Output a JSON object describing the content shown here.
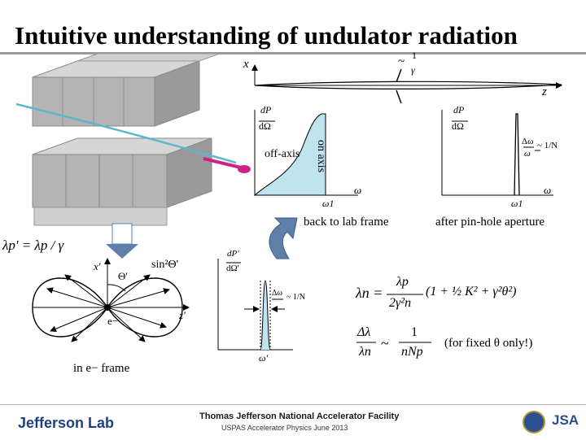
{
  "slide": {
    "title": "Intuitive understanding of undulator radiation"
  },
  "labels": {
    "off_axis": "off-axis",
    "on_axis": "on axis",
    "back_to_lab": "back to lab frame",
    "after_pinhole": "after pin-hole aperture",
    "in_e_frame": "in e− frame",
    "for_fixed_theta": "(for fixed θ only!)",
    "electron": "e−"
  },
  "math": {
    "x_axis": "x",
    "z_axis": "z",
    "approx": "~",
    "one": "1",
    "gamma": "γ",
    "dP": "dP",
    "dOmega": "dΩ",
    "dP_prime": "dP'",
    "dOmega_prime": "dΩ'",
    "omega": "ω",
    "omega1": "ω1",
    "omega_prime": "ω'",
    "delta_omega_over_omega": "Δω",
    "over_omega": "ω",
    "approx_1_over_N": "~ 1/N",
    "lambda_p_prime_eq": "λp' = λp / γ",
    "x_prime": "x'",
    "z_prime": "z'",
    "theta_prime": "Θ'",
    "sin2": "sin²Θ'",
    "lambda_n_lhs": "λn =",
    "lambda_n_num": "λp",
    "lambda_n_den": "2γ²n",
    "lambda_n_rhs": "(1 + ½ K² + γ²θ²)",
    "dl_lhs_num": "Δλ",
    "dl_lhs_den": "λn",
    "dl_tilde": "~",
    "dl_rhs_num": "1",
    "dl_rhs_den": "nNp"
  },
  "footer": {
    "logo_left": "Jefferson Lab",
    "center_title": "Thomas Jefferson National Accelerator Facility",
    "center_subtitle": "USPAS Accelerator Physics June 2013",
    "logo_right": "JSA"
  },
  "colors": {
    "fill_blue": "#bfe3ef",
    "magnet_top": "#c8c8c8",
    "magnet_side": "#9c9c9c",
    "beam_cyan": "#5ab8c8",
    "beam_magenta": "#d0208a",
    "arrow_blue": "#5d7fa8"
  }
}
